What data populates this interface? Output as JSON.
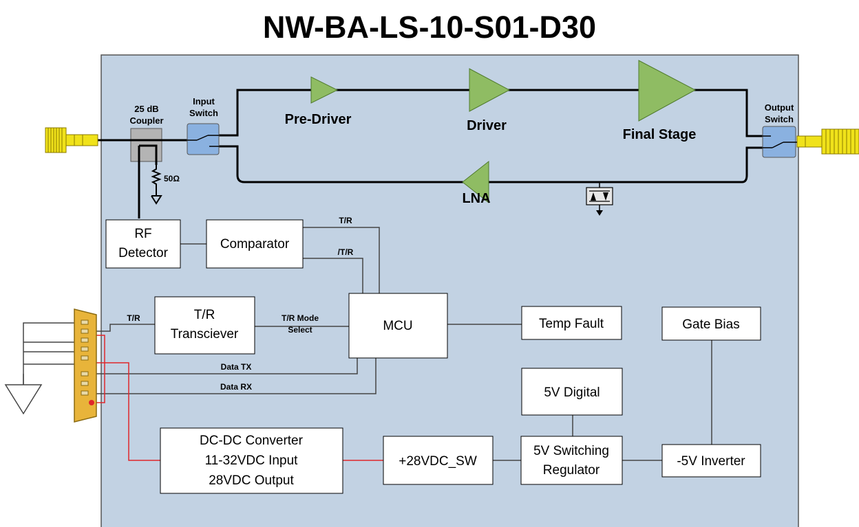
{
  "title": "NW-BA-LS-10-S01-D30",
  "colors": {
    "panel": "#c2d2e3",
    "amp": "#8fbc63",
    "switch": "#8ab1e0",
    "coupler": "#b4b4b4",
    "connector": "#f0e21a",
    "dsub": "#e8b43a",
    "power_line": "#e0262b",
    "wire": "#000000"
  },
  "rf_chain": {
    "coupler": {
      "line1": "25 dB",
      "line2": "Coupler"
    },
    "termination": "50Ω",
    "input_switch": {
      "line1": "Input",
      "line2": "Switch"
    },
    "output_switch": {
      "line1": "Output",
      "line2": "Switch"
    },
    "pre_driver": "Pre-Driver",
    "driver": "Driver",
    "final_stage": "Final Stage",
    "lna": "LNA"
  },
  "blocks": {
    "rf_detector": {
      "line1": "RF",
      "line2": "Detector"
    },
    "comparator": "Comparator",
    "tr_transceiver": {
      "line1": "T/R",
      "line2": "Transciever"
    },
    "mcu": "MCU",
    "temp_fault": "Temp Fault",
    "gate_bias": "Gate Bias",
    "digital_5v": "5V Digital",
    "dcdc": {
      "line1": "DC-DC Converter",
      "line2": "11-32VDC Input",
      "line3": "28VDC Output"
    },
    "sw_28v": "+28VDC_SW",
    "regulator": {
      "line1": "5V Switching",
      "line2": "Regulator"
    },
    "inverter": "-5V Inverter"
  },
  "signals": {
    "tr_top": "T/R",
    "tr_bar": "/T/R",
    "tr_left": "T/R",
    "tr_mode": {
      "line1": "T/R Mode",
      "line2": "Select"
    },
    "data_tx": "Data TX",
    "data_rx": "Data RX"
  }
}
